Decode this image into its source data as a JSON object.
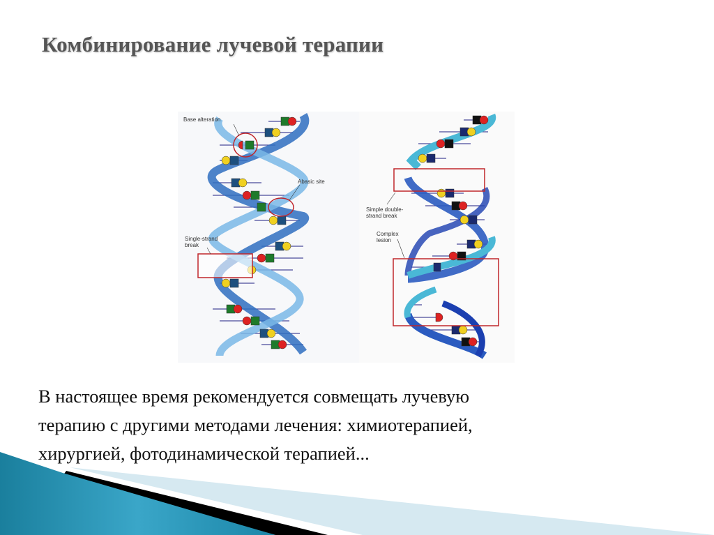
{
  "slide": {
    "title": "Комбинирование лучевой терапии",
    "body_lines": [
      "В настоящее время рекомендуется совмещать лучевую",
      "терапию с другими методами лечения: химиотерапией,",
      "хирургией, фотодинамической терапией..."
    ]
  },
  "figure_left": {
    "labels": {
      "base_alteration": "Base alteration",
      "abasic_site": "Abasic site",
      "single_strand_break_1": "Single-strand",
      "single_strand_break_2": "break"
    }
  },
  "figure_right": {
    "labels": {
      "dsb_1": "Simple double-",
      "dsb_2": "strand break",
      "complex_1": "Complex",
      "complex_2": "lesion"
    }
  },
  "colors": {
    "accent_teal": "#1b8fb0",
    "title_gray": "#555555",
    "annotation_red": "#c0262b"
  }
}
